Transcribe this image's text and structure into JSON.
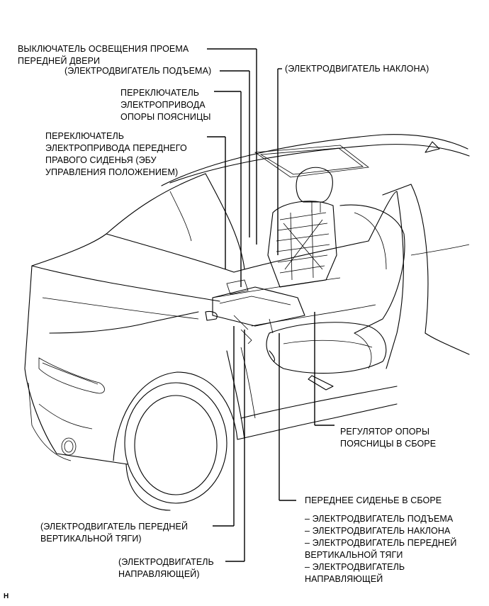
{
  "labels": {
    "door_courtesy_switch_1": "ВЫКЛЮЧАТЕЛЬ ОСВЕЩЕНИЯ ПРОЕМА",
    "door_courtesy_switch_2": "ПЕРЕДНЕЙ ДВЕРИ",
    "lifter_motor": "(ЭЛЕКТРОДВИГАТЕЛЬ ПОДЪЕМА)",
    "recliner_motor": "(ЭЛЕКТРОДВИГАТЕЛЬ НАКЛОНА)",
    "lumbar_switch_1": "ПЕРЕКЛЮЧАТЕЛЬ",
    "lumbar_switch_2": "ЭЛЕКТРОПРИВОДА",
    "lumbar_switch_3": "ОПОРЫ ПОЯСНИЦЫ",
    "seat_switch_1": "ПЕРЕКЛЮЧАТЕЛЬ",
    "seat_switch_2": "ЭЛЕКТРОПРИВОДА ПЕРЕДНЕГО",
    "seat_switch_3": "ПРАВОГО СИДЕНЬЯ (ЭБУ",
    "seat_switch_4": "УПРАВЛЕНИЯ  ПОЛОЖЕНИЕМ)",
    "lumbar_adjuster_1": "РЕГУЛЯТОР ОПОРЫ",
    "lumbar_adjuster_2": "ПОЯСНИЦЫ В СБОРЕ",
    "front_seat_assembly": "ПЕРЕДНЕЕ СИДЕНЬЕ В СБОРЕ",
    "list_item_1": "– ЭЛЕКТРОДВИГАТЕЛЬ ПОДЪЕМА",
    "list_item_2": "– ЭЛЕКТРОДВИГАТЕЛЬ НАКЛОНА",
    "list_item_3a": "– ЭЛЕКТРОДВИГАТЕЛЬ ПЕРЕДНЕЙ",
    "list_item_3b": "ВЕРТИКАЛЬНОЙ ТЯГИ",
    "list_item_4a": "– ЭЛЕКТРОДВИГАТЕЛЬ",
    "list_item_4b": "НАПРАВЛЯЮЩЕЙ",
    "front_vertical_motor_1": "(ЭЛЕКТРОДВИГАТЕЛЬ ПЕРЕДНЕЙ",
    "front_vertical_motor_2": "ВЕРТИКАЛЬНОЙ ТЯГИ)",
    "slide_motor_1": "(ЭЛЕКТРОДВИГАТЕЛЬ",
    "slide_motor_2": "НАПРАВЛЯЮЩЕЙ)",
    "figure_code": "H"
  },
  "colors": {
    "line": "#000000",
    "background": "#ffffff"
  }
}
